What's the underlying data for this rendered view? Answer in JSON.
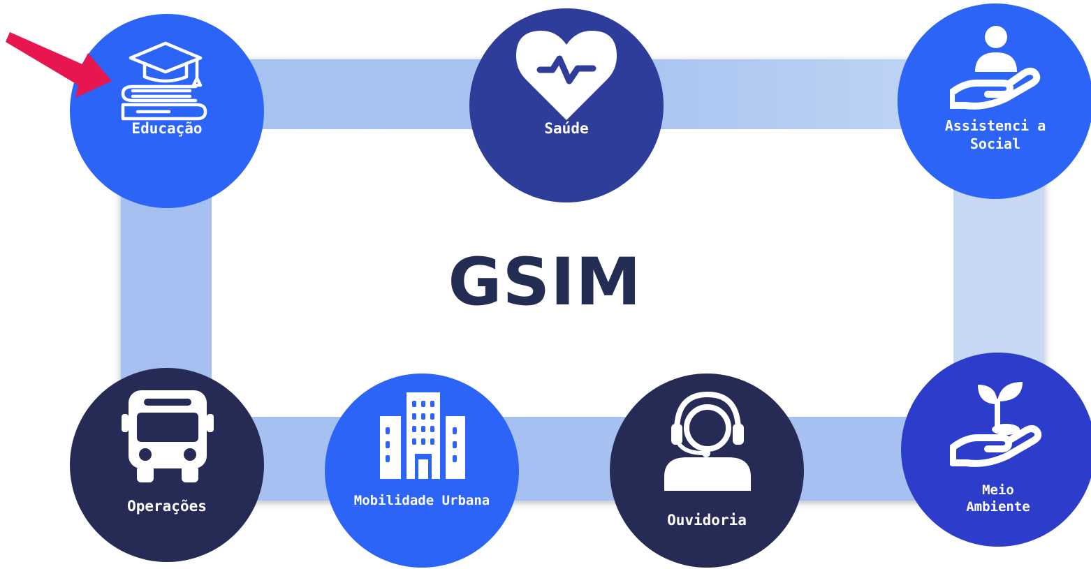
{
  "title": "GSIM",
  "nodes": [
    {
      "label": "Educação",
      "icon": "graduation-cap-books-icon",
      "color": "#2b64f6"
    },
    {
      "label": "Saúde",
      "icon": "heart-pulse-icon",
      "color": "#2f3d9a"
    },
    {
      "label": "Assistenci a Social",
      "icon": "hand-person-icon",
      "color": "#2b64f6"
    },
    {
      "label": "Operações",
      "icon": "bus-icon",
      "color": "#252b55"
    },
    {
      "label": "Mobilidade Urbana",
      "icon": "buildings-icon",
      "color": "#2b64f6"
    },
    {
      "label": "Ouvidoria",
      "icon": "headset-person-icon",
      "color": "#252b55"
    },
    {
      "label": "Meio Ambiente",
      "icon": "hand-plant-icon",
      "color": "#2c3ccb"
    }
  ],
  "colors": {
    "frame": "#a6c1f1",
    "title": "#232d54",
    "pointer": "#e8164f"
  }
}
